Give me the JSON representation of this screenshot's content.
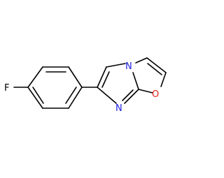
{
  "molecule": {
    "atoms": {
      "fluorine": {
        "label": "F",
        "color": "#000000"
      },
      "nitrogen_bridge": {
        "label": "N",
        "color": "#2020e0"
      },
      "nitrogen_ring": {
        "label": "N",
        "color": "#2020e0"
      },
      "oxygen": {
        "label": "O",
        "color": "#e02020"
      }
    },
    "bond_color": "#000000",
    "background": "#ffffff"
  }
}
